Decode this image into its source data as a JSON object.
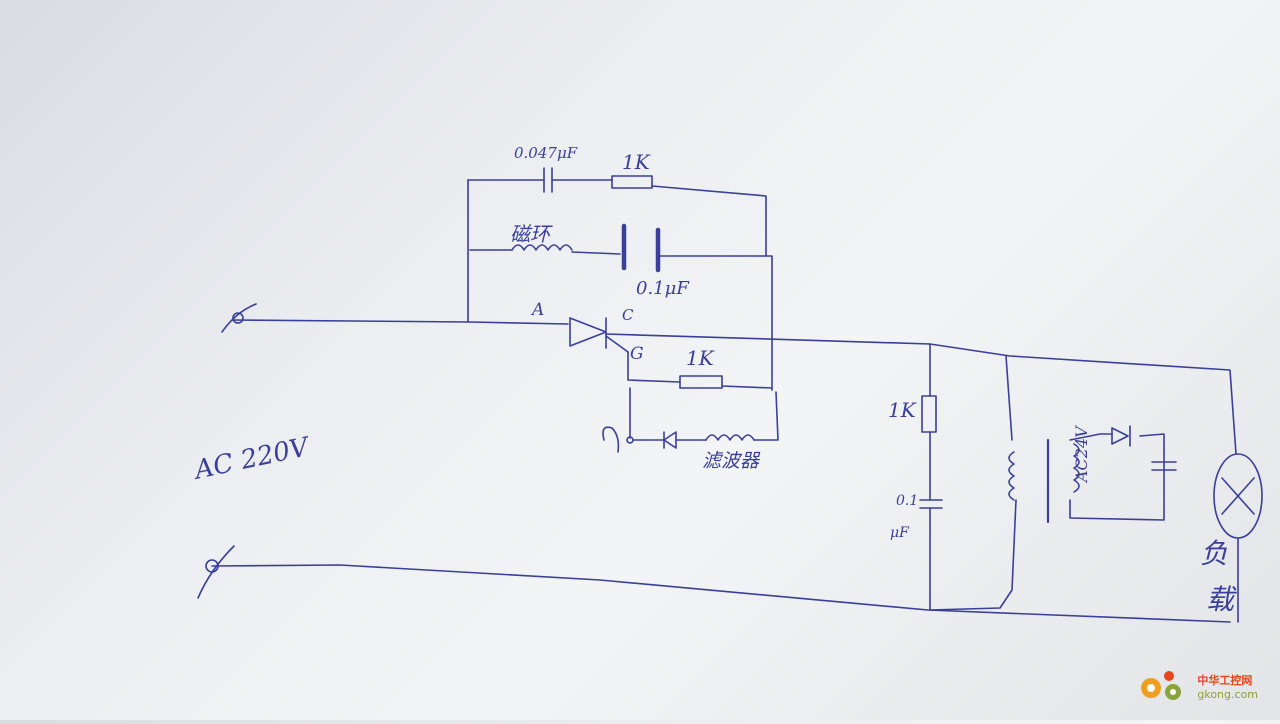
{
  "labels": {
    "cap_top": "0.047μF",
    "res_top": "1K",
    "coil_label": "磁环",
    "cap_mid": "0.1μF",
    "node_a": "A",
    "node_c": "C",
    "node_g": "G",
    "res_gate": "1K",
    "filter_label": "滤波器",
    "source": "AC 220V",
    "res_right": "1K",
    "cap_right_1": "0.1",
    "cap_right_2": "μF",
    "ac24": "AC24V",
    "load_1": "负",
    "load_2": "载"
  },
  "watermark": {
    "cn": "中华工控网",
    "en": "gkong.com"
  },
  "colors": {
    "ink": "#3a3f9a",
    "watermark_orange": "#e8431c",
    "watermark_green": "#8aa33a"
  }
}
